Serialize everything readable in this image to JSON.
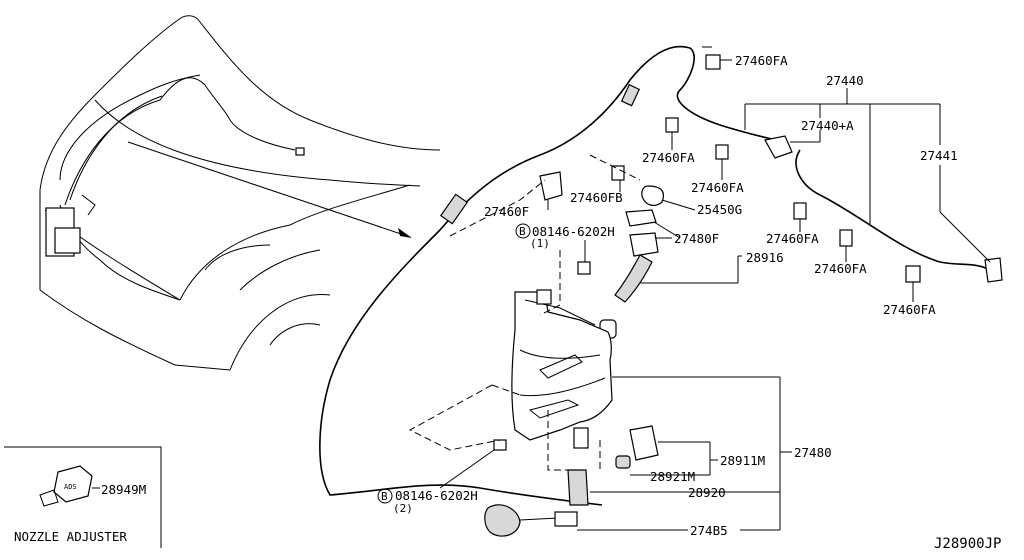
{
  "labels": {
    "p27460fa_top": "27460FA",
    "p27440": "27440",
    "p27440a": "27440+A",
    "p27441": "27441",
    "p27460fa_a": "27460FA",
    "p27460fa_b": "27460FA",
    "p27460fb": "27460FB",
    "p25450g": "25450G",
    "p27460f": "27460F",
    "bolt1_code": "08146-6202H",
    "bolt1_qty": "(1)",
    "p27480f": "27480F",
    "p28916": "28916",
    "p27460fa_c": "27460FA",
    "p27460fa_d": "27460FA",
    "p27460fa_e": "27460FA",
    "p28911m": "28911M",
    "p27480": "27480",
    "p28921m": "28921M",
    "p28920": "28920",
    "p27485": "274B5",
    "bolt2_code": "08146-6202H",
    "bolt2_qty": "(2)",
    "bolt_symbol": "B",
    "p28949m": "28949M",
    "inset_caption": "NOZZLE ADJUSTER",
    "diagram_code": "J28900JP"
  }
}
